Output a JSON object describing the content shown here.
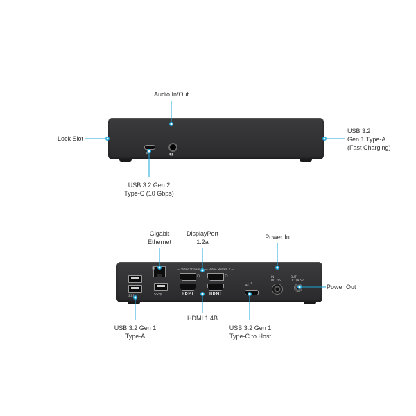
{
  "front_view": {
    "labels": {
      "audio": "Audio In/Out",
      "lock_slot": "Lock Slot",
      "usb_a_fast_line1": "USB 3.2",
      "usb_a_fast_line2": "Gen 1 Type-A",
      "usb_a_fast_line3": "(Fast Charging)",
      "usb_c_line1": "USB 3.2 Gen 2",
      "usb_c_line2": "Type-C (10 Gbps)"
    }
  },
  "rear_view": {
    "labels": {
      "ethernet_line1": "Gigabit",
      "ethernet_line2": "Ethernet",
      "displayport_line1": "DisplayPort",
      "displayport_line2": "1.2a",
      "power_in": "Power In",
      "power_out": "Power Out",
      "hdmi": "HDMI 1.4B",
      "usb_a_line1": "USB 3.2 Gen 1",
      "usb_a_line2": "Type-A",
      "usb_c_host_line1": "USB 3.2 Gen 1",
      "usb_c_host_line2": "Type-C to Host"
    }
  },
  "colors": {
    "accent": "#1ea7d8",
    "device_body": "#333335",
    "label_text": "#333333"
  },
  "icons": [
    "lock-icon",
    "headset-icon",
    "usb-c-icon",
    "ethernet-icon",
    "hdmi-logo"
  ]
}
